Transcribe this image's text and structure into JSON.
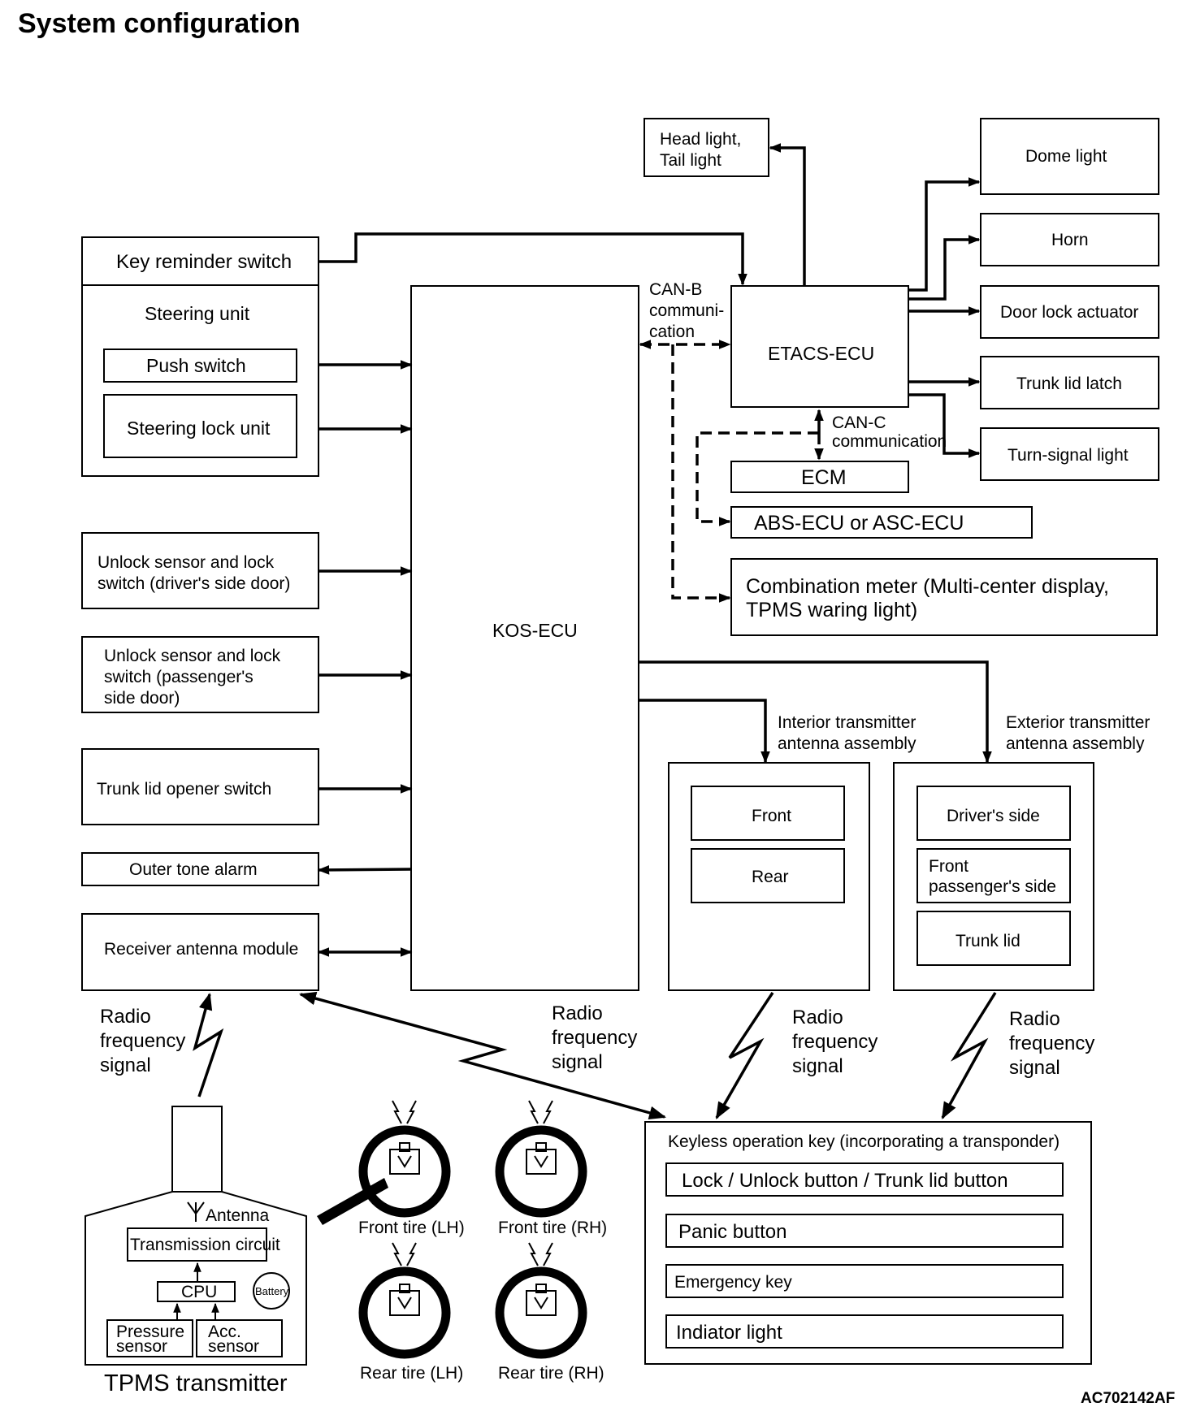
{
  "title": "System configuration",
  "figure_code": "AC702142AF",
  "inputs": {
    "key_reminder_switch": "Key reminder switch",
    "steering_unit": "Steering unit",
    "push_switch": "Push switch",
    "steering_lock_unit": "Steering lock unit",
    "unlock_driver": [
      "Unlock sensor and lock",
      "switch (driver's side door)"
    ],
    "unlock_passenger": [
      "Unlock sensor and lock",
      "switch (passenger's",
      "side door)"
    ],
    "trunk_lid_opener_switch": "Trunk lid opener switch",
    "outer_tone_alarm": "Outer tone alarm",
    "receiver_antenna_module": "Receiver antenna module"
  },
  "kos_ecu": "KOS-ECU",
  "can_b": [
    "CAN-B",
    "communi-",
    "cation"
  ],
  "can_c": [
    "CAN-C",
    "communication"
  ],
  "etacs_ecu": "ETACS-ECU",
  "ecm": "ECM",
  "abs_ecu": "ABS-ECU or ASC-ECU",
  "combination_meter": [
    "Combination meter (Multi-center display,",
    "TPMS waring light)"
  ],
  "outputs": {
    "head_tail_light": [
      "Head light,",
      "Tail light"
    ],
    "dome_light": "Dome light",
    "horn": "Horn",
    "door_lock_actuator": "Door lock actuator",
    "trunk_lid_latch": "Trunk lid latch",
    "turn_signal_light": "Turn-signal light"
  },
  "interior_antenna": {
    "label": [
      "Interior transmitter",
      "antenna assembly"
    ],
    "front": "Front",
    "rear": "Rear"
  },
  "exterior_antenna": {
    "label": [
      "Exterior transmitter",
      "antenna assembly"
    ],
    "drivers_side": "Driver's side",
    "front_passengers_side": [
      "Front",
      "passenger's side"
    ],
    "trunk_lid": "Trunk lid"
  },
  "radio_frequency_signal": [
    "Radio",
    "frequency",
    "signal"
  ],
  "keyless_key": {
    "title": "Keyless operation key (incorporating a transponder)",
    "items": [
      "Lock / Unlock button / Trunk lid button",
      "Panic button",
      "Emergency key",
      "Indiator light"
    ]
  },
  "tpms": {
    "name": "TPMS transmitter",
    "antenna": "Antenna",
    "transmission_circuit": "Transmission circuit",
    "cpu": "CPU",
    "battery": "Battery",
    "pressure_sensor": [
      "Pressure",
      "sensor"
    ],
    "acc_sensor": [
      "Acc.",
      "sensor"
    ]
  },
  "tires": {
    "front_lh": "Front tire (LH)",
    "front_rh": "Front tire (RH)",
    "rear_lh": "Rear tire (LH)",
    "rear_rh": "Rear tire (RH)"
  }
}
